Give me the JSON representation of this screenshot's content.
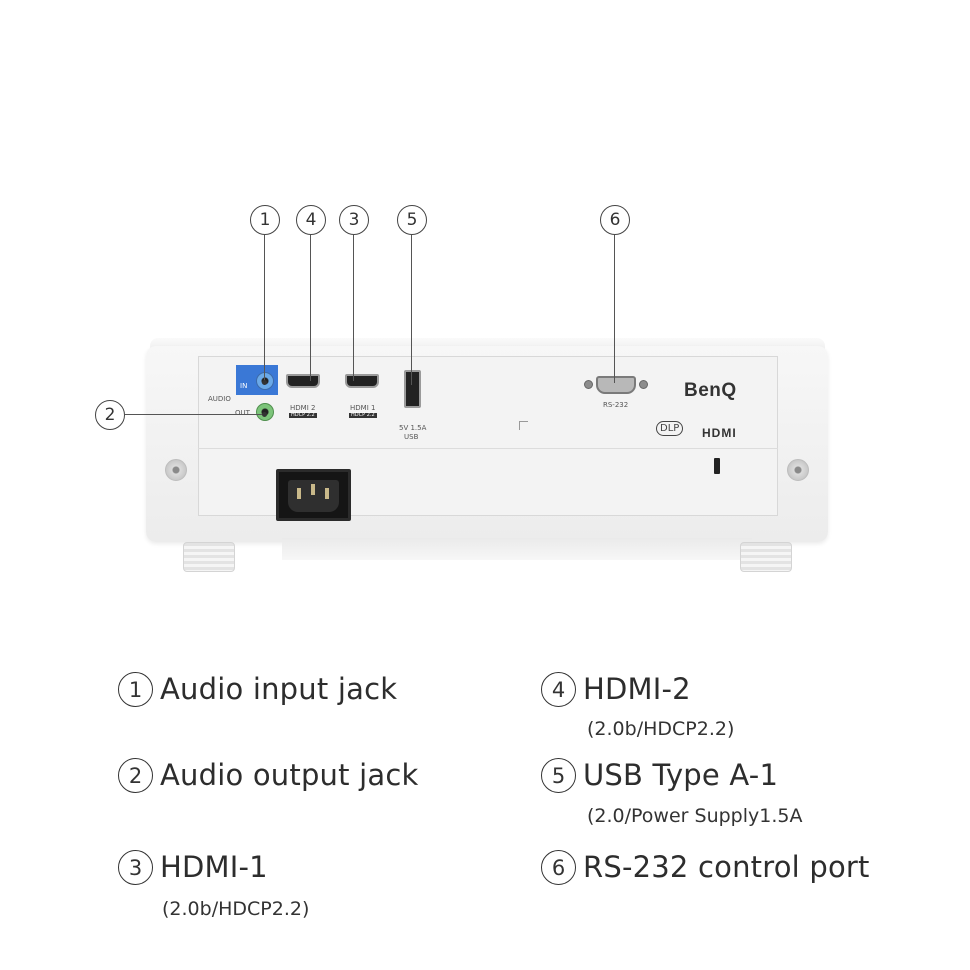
{
  "callouts": {
    "c1": "1",
    "c2": "2",
    "c3": "3",
    "c4": "4",
    "c5": "5",
    "c6": "6"
  },
  "panel_labels": {
    "audio": "AUDIO",
    "in": "IN",
    "out": "OUT",
    "hdmi2": "HDMI 2",
    "hdmi2_sub": "HDCP 2.2",
    "hdmi1": "HDMI 1",
    "hdmi1_sub": "HDCP 2.2",
    "usb_power": "5V 1.5A",
    "usb": "USB",
    "rs232": "RS-232",
    "brand": "BenQ",
    "dlp": "DLP",
    "hdmi_logo": "HDMI"
  },
  "legend": {
    "item1": {
      "num": "1",
      "title": "Audio input jack"
    },
    "item2": {
      "num": "2",
      "title": "Audio output jack"
    },
    "item3": {
      "num": "3",
      "title": "HDMI-1",
      "sub": "(2.0b/HDCP2.2)"
    },
    "item4": {
      "num": "4",
      "title": "HDMI-2",
      "sub": "(2.0b/HDCP2.2)"
    },
    "item5": {
      "num": "5",
      "title": "USB Type A-1",
      "sub": "(2.0/Power Supply1.5A"
    },
    "item6": {
      "num": "6",
      "title": "RS-232 control port"
    }
  },
  "colors": {
    "audio_in_accent": "#3a78d6",
    "audio_out_jack": "#7cc47a",
    "audio_in_jack": "#6aa9e8"
  }
}
